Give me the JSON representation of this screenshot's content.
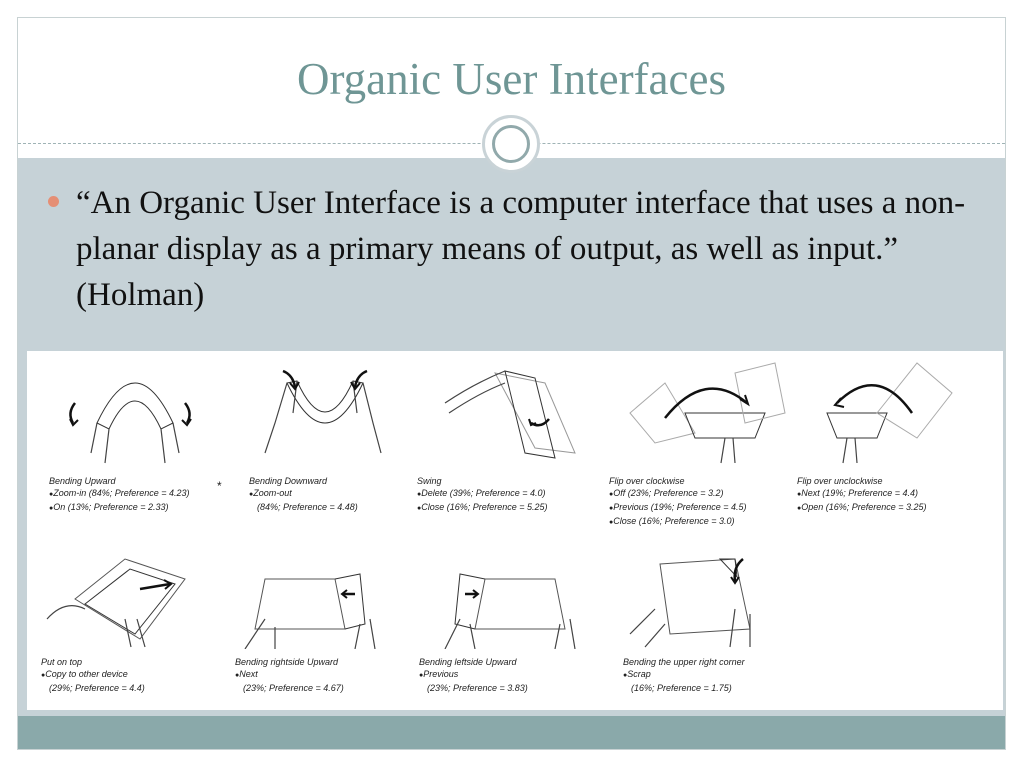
{
  "slide": {
    "title": "Organic User Interfaces",
    "bullet": "“An Organic User Interface is a computer interface that uses a non-planar display as a primary means of output, as well as input.” (Holman)"
  },
  "figure": {
    "star": "*",
    "panels": [
      {
        "title": "Bending Upward",
        "lines": [
          {
            "text": "Zoom-in (84%; Preference = 4.23)",
            "bullet": true
          },
          {
            "text": "On (13%; Preference = 2.33)",
            "bullet": true
          }
        ]
      },
      {
        "title": "Bending Downward",
        "lines": [
          {
            "text": "Zoom-out",
            "bullet": true
          },
          {
            "text": "(84%; Preference = 4.48)",
            "bullet": false
          }
        ]
      },
      {
        "title": "Swing",
        "lines": [
          {
            "text": "Delete (39%; Preference = 4.0)",
            "bullet": true
          },
          {
            "text": "Close  (16%; Preference = 5.25)",
            "bullet": true
          }
        ]
      },
      {
        "title": "Flip over clockwise",
        "lines": [
          {
            "text": "Off  (23%; Preference = 3.2)",
            "bullet": true
          },
          {
            "text": "Previous  (19%; Preference = 4.5)",
            "bullet": true
          },
          {
            "text": "Close (16%; Preference = 3.0)",
            "bullet": true
          }
        ]
      },
      {
        "title": "Flip over unclockwise",
        "lines": [
          {
            "text": "Next (19%; Preference = 4.4)",
            "bullet": true
          },
          {
            "text": "Open (16%; Preference = 3.25)",
            "bullet": true
          }
        ]
      },
      {
        "title": "Put on top",
        "lines": [
          {
            "text": "Copy to other device",
            "bullet": true
          },
          {
            "text": "(29%; Preference = 4.4)",
            "bullet": false
          }
        ]
      },
      {
        "title": "Bending rightside Upward",
        "lines": [
          {
            "text": "Next",
            "bullet": true
          },
          {
            "text": "(23%; Preference = 4.67)",
            "bullet": false
          }
        ]
      },
      {
        "title": "Bending leftside Upward",
        "lines": [
          {
            "text": "Previous",
            "bullet": true
          },
          {
            "text": "(23%; Preference = 3.83)",
            "bullet": false
          }
        ]
      },
      {
        "title": "Bending the upper right corner",
        "lines": [
          {
            "text": "Scrap",
            "bullet": true
          },
          {
            "text": "(16%; Preference = 1.75)",
            "bullet": false
          }
        ]
      }
    ]
  },
  "colors": {
    "title": "#6f9695",
    "band": "#c6d2d7",
    "bullet": "#e58f75",
    "footer": "#8aa9aa"
  }
}
